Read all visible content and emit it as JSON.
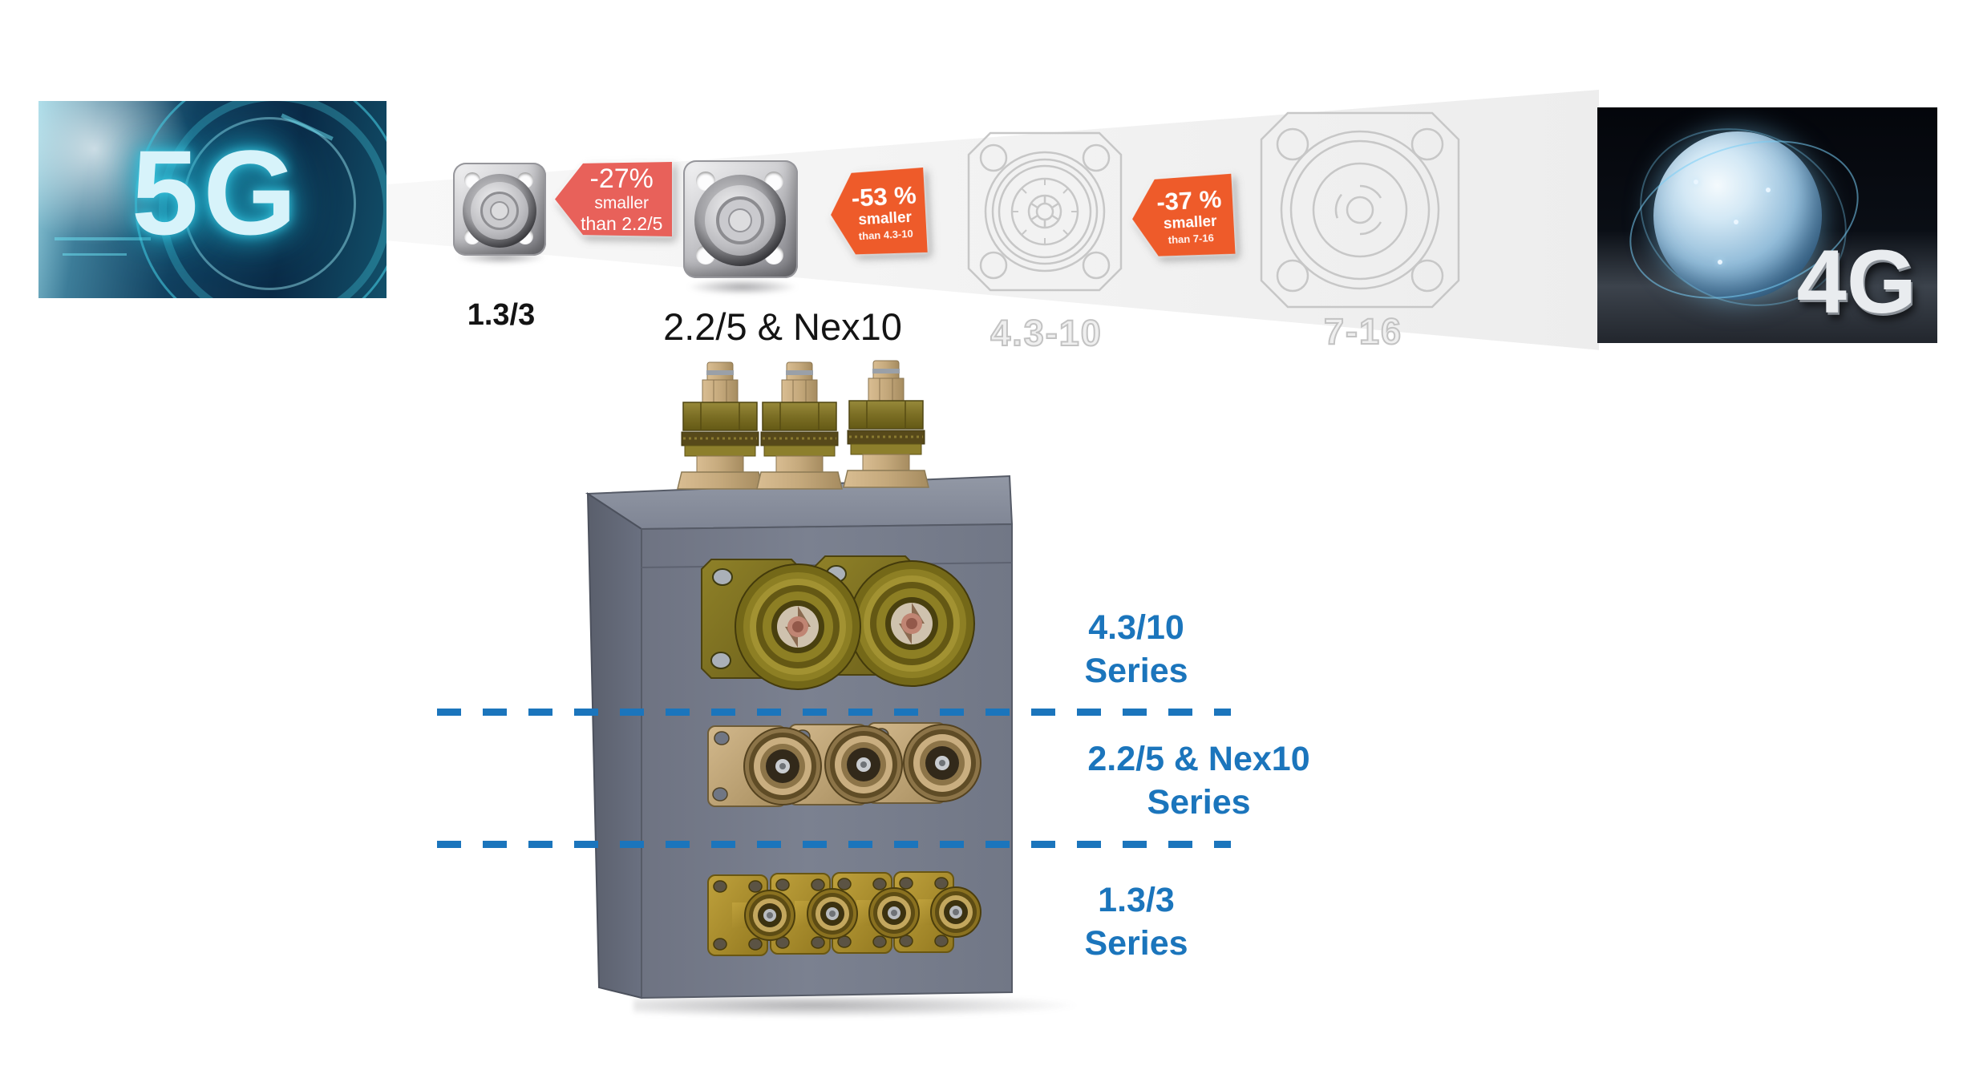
{
  "slide": {
    "hero_left": {
      "label": "5G"
    },
    "hero_right": {
      "label": "4G"
    },
    "evolution": {
      "items": [
        {
          "label": "1.3/3"
        },
        {
          "label": "2.2/5 & Nex10"
        },
        {
          "label": "4.3-10"
        },
        {
          "label": "7-16"
        }
      ],
      "badges": [
        {
          "value": "-27%",
          "qualifier": "smaller",
          "reference": "than 2.2/5",
          "color": "#e8615a"
        },
        {
          "value": "-53 %",
          "qualifier": "smaller",
          "reference": "than 4.3-10",
          "color": "#ee5b2a"
        },
        {
          "value": "-37 %",
          "qualifier": "smaller",
          "reference": "than 7-16",
          "color": "#ee5b2a"
        }
      ]
    },
    "series_labels": [
      {
        "line1": "4.3/10",
        "line2": "Series"
      },
      {
        "line1": "2.2/5 & Nex10",
        "line2": "Series"
      },
      {
        "line1": "1.3/3",
        "line2": "Series"
      }
    ],
    "colors": {
      "accent_blue": "#1b75bc",
      "badge_red": "#e8615a",
      "badge_orange": "#ee5b2a"
    }
  }
}
